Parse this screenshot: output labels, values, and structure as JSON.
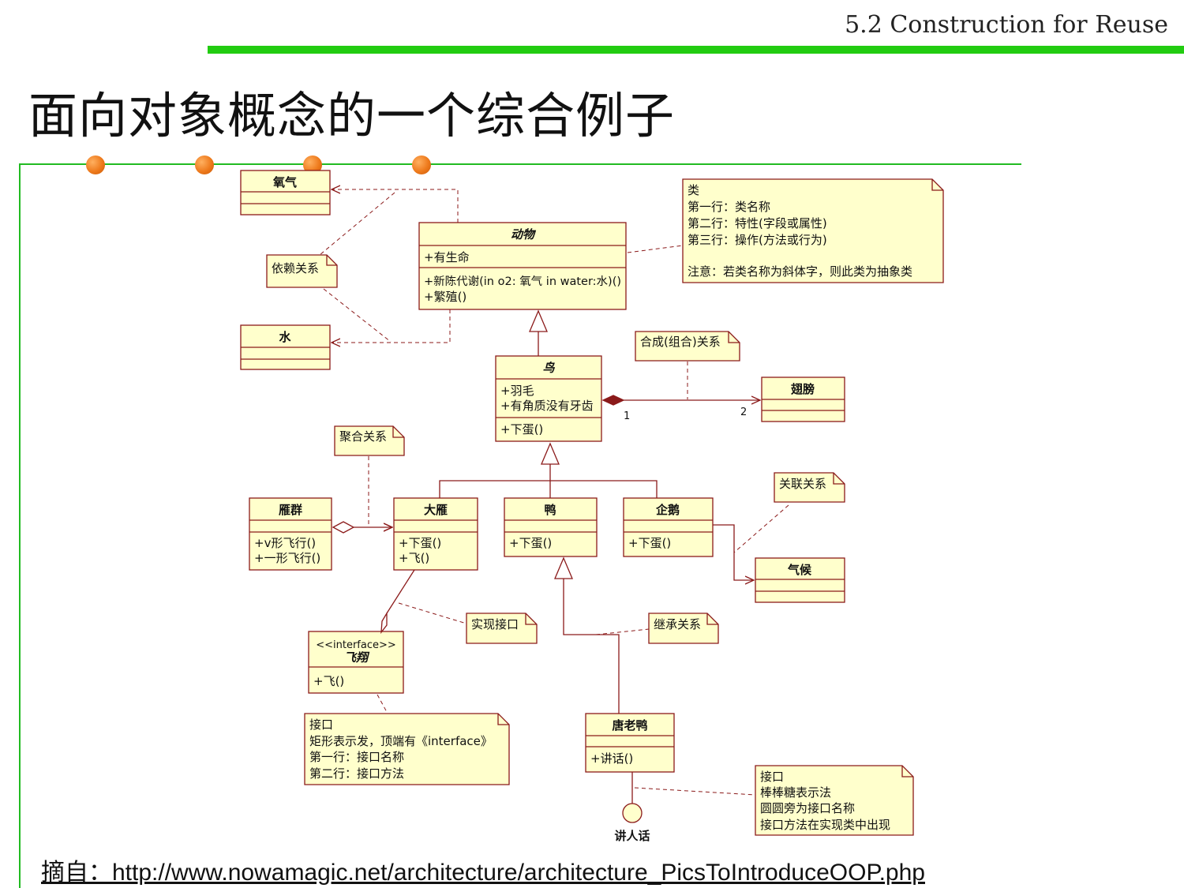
{
  "header": {
    "course_title": "5.2 Construction for Reuse",
    "accent_color": "#22cc11"
  },
  "title": "面向对象概念的一个综合例子",
  "diagram": {
    "classes": {
      "oxygen": {
        "name": "氧气"
      },
      "water": {
        "name": "水"
      },
      "animal": {
        "name": "动物",
        "attr1": "+有生命",
        "op1": "+新陈代谢(in o2: 氧气  in water:水)()",
        "op2": "+繁殖()"
      },
      "bird": {
        "name": "鸟",
        "attr1": "+羽毛",
        "attr2": "+有角质没有牙齿",
        "op1": "+下蛋()"
      },
      "wing": {
        "name": "翅膀"
      },
      "flock": {
        "name": "雁群",
        "op1": "+v形飞行()",
        "op2": "+一形飞行()"
      },
      "goose": {
        "name": "大雁",
        "op1": "+下蛋()",
        "op2": "+飞()"
      },
      "duck": {
        "name": "鸭",
        "op1": "+下蛋()"
      },
      "penguin": {
        "name": "企鹅",
        "op1": "+下蛋()"
      },
      "climate": {
        "name": "气候"
      },
      "fly": {
        "stereotype": "<<interface>>",
        "name": "飞翔",
        "op1": "+飞()"
      },
      "donald": {
        "name": "唐老鸭",
        "op1": "+讲话()"
      }
    },
    "notes": {
      "dependency": "依赖关系",
      "class_note": [
        "类",
        "第一行：类名称",
        "第二行：特性(字段或属性)",
        "第三行：操作(方法或行为)",
        "",
        "注意：若类名称为斜体字，则此类为抽象类"
      ],
      "composition": "合成(组合)关系",
      "aggregation": "聚合关系",
      "association": "关联关系",
      "realization": "实现接口",
      "inheritance": "继承关系",
      "interface_note": [
        "接口",
        "矩形表示发，顶端有《interface》",
        "第一行：接口名称",
        "第二行：接口方法"
      ],
      "lollipop_note": [
        "接口",
        "棒棒糖表示法",
        "圆圆旁为接口名称",
        "接口方法在实现类中出现"
      ]
    },
    "multiplicity": {
      "bird_end": "1",
      "wing_end": "2"
    },
    "lollipop_label": "讲人话",
    "box_fill": "#ffffcc",
    "line_color": "#8b1a1a"
  },
  "footer": {
    "prefix": "摘自：",
    "url": "http://www.nowamagic.net/architecture/architecture_PicsToIntroduceOOP.php"
  }
}
